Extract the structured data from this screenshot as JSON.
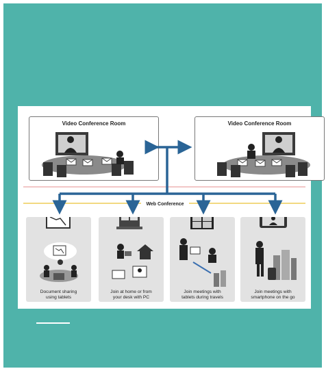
{
  "diagram": {
    "left_room_label": "Video Conference Room",
    "right_room_label": "Video Conference Room",
    "web_conference_label": "Web Conference",
    "cards": [
      {
        "line1": "Document sharing",
        "line2": "using tablets"
      },
      {
        "line1": "Join at home or from",
        "line2": "your desk with PC"
      },
      {
        "line1": "Join meetings with",
        "line2": "tablets during travels"
      },
      {
        "line1": "Join meetings with",
        "line2": "smartphone on the go"
      }
    ]
  },
  "colors": {
    "background": "#4fb3aa",
    "arrow": "#2a6496",
    "card": "#e2e2e2"
  }
}
